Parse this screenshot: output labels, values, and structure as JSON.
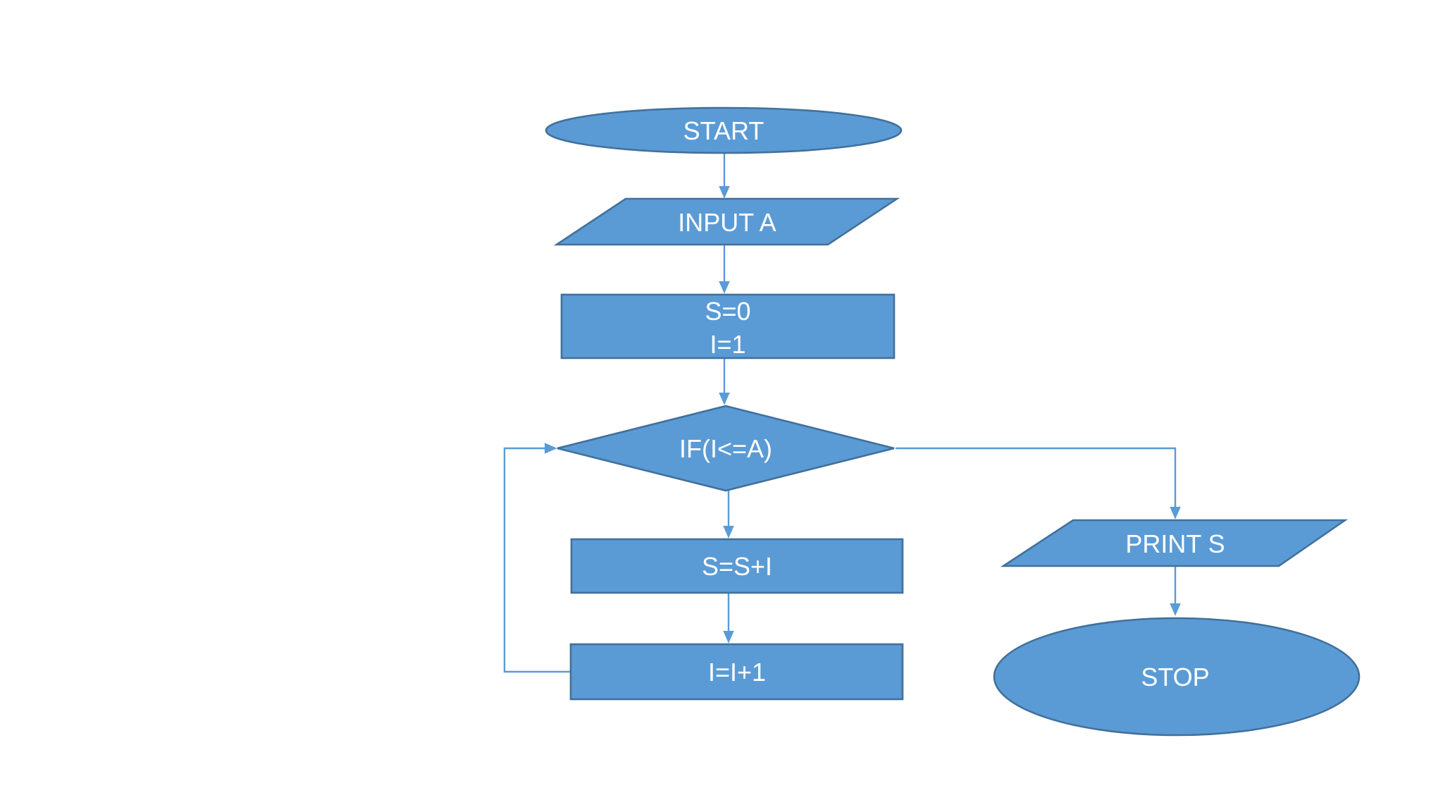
{
  "canvas": {
    "background": "#ffffff"
  },
  "colors": {
    "shape_fill": "#5b9bd5",
    "shape_border": "#41719c",
    "connector": "#5b9bd5",
    "label_text": "#ffffff"
  },
  "flowchart": {
    "nodes": [
      {
        "id": "start",
        "shape": "terminator",
        "label": "START"
      },
      {
        "id": "input",
        "shape": "input-output",
        "label": "INPUT A"
      },
      {
        "id": "init",
        "shape": "process",
        "lines": [
          "S=0",
          "I=1"
        ]
      },
      {
        "id": "decision",
        "shape": "decision",
        "label": "IF(I<=A)"
      },
      {
        "id": "accumulate",
        "shape": "process",
        "label": "S=S+I"
      },
      {
        "id": "increment",
        "shape": "process",
        "label": "I=I+1"
      },
      {
        "id": "output",
        "shape": "input-output",
        "label": "PRINT S"
      },
      {
        "id": "stop",
        "shape": "terminator",
        "label": "STOP"
      }
    ],
    "edges": [
      {
        "from": "start",
        "to": "input"
      },
      {
        "from": "input",
        "to": "init"
      },
      {
        "from": "init",
        "to": "decision"
      },
      {
        "from": "decision",
        "to": "accumulate"
      },
      {
        "from": "accumulate",
        "to": "increment"
      },
      {
        "from": "increment",
        "to": "decision"
      },
      {
        "from": "decision",
        "to": "output"
      },
      {
        "from": "output",
        "to": "stop"
      }
    ]
  }
}
